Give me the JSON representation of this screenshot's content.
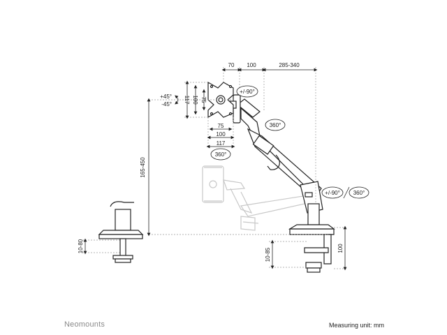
{
  "brand": {
    "name": "Neomounts"
  },
  "footer": {
    "measuring_unit": "Measuring unit: mm"
  },
  "dimensions": {
    "top_70": "70",
    "top_100": "100",
    "top_reach": "285-340",
    "tilt_plus": "+45°",
    "tilt_minus": "-45°",
    "vesa_117_v": "117",
    "vesa_100_v": "100",
    "vesa_75_v": "75",
    "vesa_75_h": "75",
    "vesa_100_h": "100",
    "vesa_117_h": "117",
    "height_range": "165-450",
    "clamp_range": "10-80",
    "grommet_range": "10-85",
    "base_height": "100"
  },
  "rotations": {
    "head_swivel": "+/-90°",
    "head_rotate": "360°",
    "plate_rotate": "360°",
    "base_swivel": "+/-90°",
    "base_rotate": "360°"
  },
  "colors": {
    "line": "#222222",
    "arm_fill": "#ffffff",
    "ghost": "#c8c8c8",
    "dashed": "#9a9a9a",
    "brand": "#8a8a8a"
  }
}
